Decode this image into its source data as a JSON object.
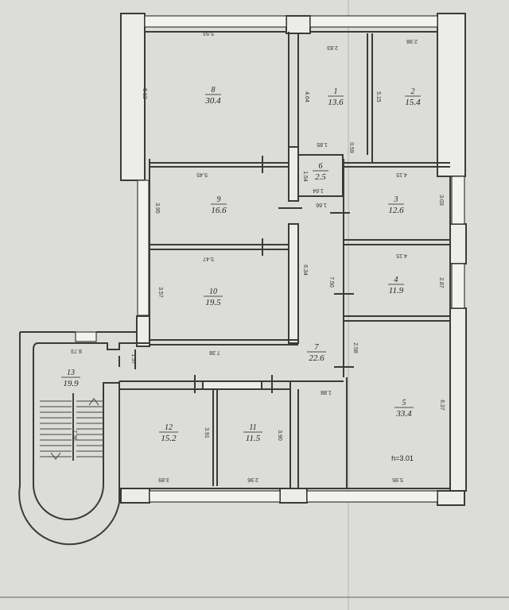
{
  "colors": {
    "paper": "#d9d9d6",
    "wall": "#3a3a3a",
    "wall_fill": "#ececea",
    "line": "#555555",
    "text": "#222222"
  },
  "plan": {
    "height_note": "h=3.01",
    "rooms": [
      {
        "id": "room-1",
        "number": "1",
        "area": "13.6"
      },
      {
        "id": "room-2",
        "number": "2",
        "area": "15.4"
      },
      {
        "id": "room-3",
        "number": "3",
        "area": "12.6"
      },
      {
        "id": "room-4",
        "number": "4",
        "area": "11.9"
      },
      {
        "id": "room-5",
        "number": "5",
        "area": "33.4"
      },
      {
        "id": "room-6",
        "number": "6",
        "area": "2.5"
      },
      {
        "id": "room-7",
        "number": "7",
        "area": "22.6"
      },
      {
        "id": "room-8",
        "number": "8",
        "area": "30.4"
      },
      {
        "id": "room-9",
        "number": "9",
        "area": "16.6"
      },
      {
        "id": "room-10",
        "number": "10",
        "area": "19.5"
      },
      {
        "id": "room-11",
        "number": "11",
        "area": "11.5"
      },
      {
        "id": "room-12",
        "number": "12",
        "area": "15.2"
      },
      {
        "id": "room-13",
        "number": "13",
        "area": "19.9"
      }
    ],
    "dimensions": [
      "5.93",
      "2.83",
      "2.98",
      "5.13",
      "4.64",
      "5.15",
      "1.85",
      "0.59",
      "1.54",
      "1.64",
      "5.45",
      "4.15",
      "3.95",
      "1.66",
      "3.03",
      "5.47",
      "4.15",
      "3.57",
      "6.34",
      "7.50",
      "2.87",
      "8.73",
      "1.37",
      "7.38",
      "2.58",
      "1.88",
      "6.37",
      "3.91",
      "3.90",
      "3.89",
      "2.96",
      "5.95",
      "7.38"
    ]
  }
}
